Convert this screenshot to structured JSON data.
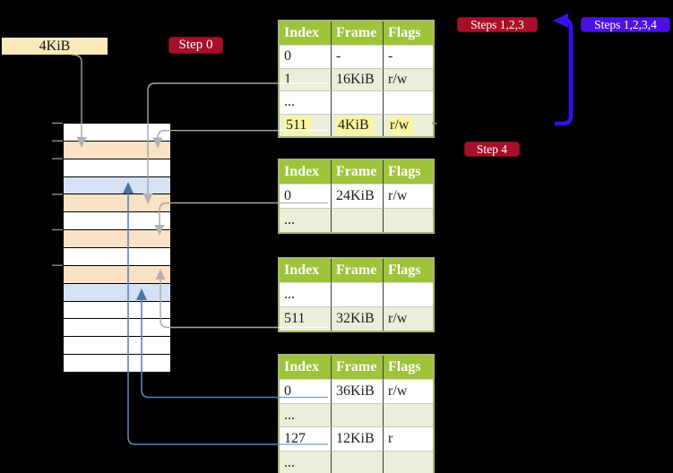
{
  "labels": {
    "frame_4kib": "4KiB"
  },
  "badges": {
    "step0": "Step 0",
    "steps123": "Steps 1,2,3",
    "steps1234": "Steps 1,2,3,4",
    "step4": "Step 4"
  },
  "colors": {
    "bg": "#000000",
    "header_green": "#9ec43c",
    "row_green": "#e9efd8",
    "table_border": "#a9b771",
    "highlight_yellow": "#fdf4a1",
    "badge_red": "#a80f28",
    "badge_blue": "#4b11e3",
    "arrow_blue": "#3a0df1",
    "connector_gray": "#a5a5a5",
    "connector_blue": "#5b82ba",
    "mem_pagetable": "#fbe2c6",
    "mem_mapped": "#d6e2f4",
    "label_bg": "#fbe9bb"
  },
  "memory": {
    "pattern": [
      "free",
      "pagetable",
      "free",
      "mapped",
      "pagetable",
      "free",
      "pagetable",
      "free",
      "pagetable",
      "mapped",
      "free",
      "free",
      "free",
      "free"
    ],
    "tick_count": 6
  },
  "tables": [
    {
      "name": "page-table-level-4",
      "headers": [
        "Index",
        "Frame",
        "Flags"
      ],
      "rows": [
        {
          "index": "0",
          "frame": "-",
          "flags": "-"
        },
        {
          "index": "1",
          "frame": "16KiB",
          "flags": "r/w"
        },
        {
          "index": "...",
          "frame": "",
          "flags": ""
        },
        {
          "index": "511",
          "frame": "4KiB",
          "flags": "r/w",
          "highlight": true
        }
      ]
    },
    {
      "name": "page-table-level-3",
      "headers": [
        "Index",
        "Frame",
        "Flags"
      ],
      "rows": [
        {
          "index": "0",
          "frame": "24KiB",
          "flags": "r/w"
        },
        {
          "index": "...",
          "frame": "",
          "flags": ""
        }
      ]
    },
    {
      "name": "page-table-level-2",
      "headers": [
        "Index",
        "Frame",
        "Flags"
      ],
      "rows": [
        {
          "index": "...",
          "frame": "",
          "flags": ""
        },
        {
          "index": "511",
          "frame": "32KiB",
          "flags": "r/w"
        }
      ]
    },
    {
      "name": "page-table-level-1",
      "headers": [
        "Index",
        "Frame",
        "Flags"
      ],
      "rows": [
        {
          "index": "0",
          "frame": "36KiB",
          "flags": "r/w"
        },
        {
          "index": "...",
          "frame": "",
          "flags": ""
        },
        {
          "index": "127",
          "frame": "12KiB",
          "flags": "r"
        },
        {
          "index": "...",
          "frame": "",
          "flags": ""
        }
      ]
    }
  ]
}
